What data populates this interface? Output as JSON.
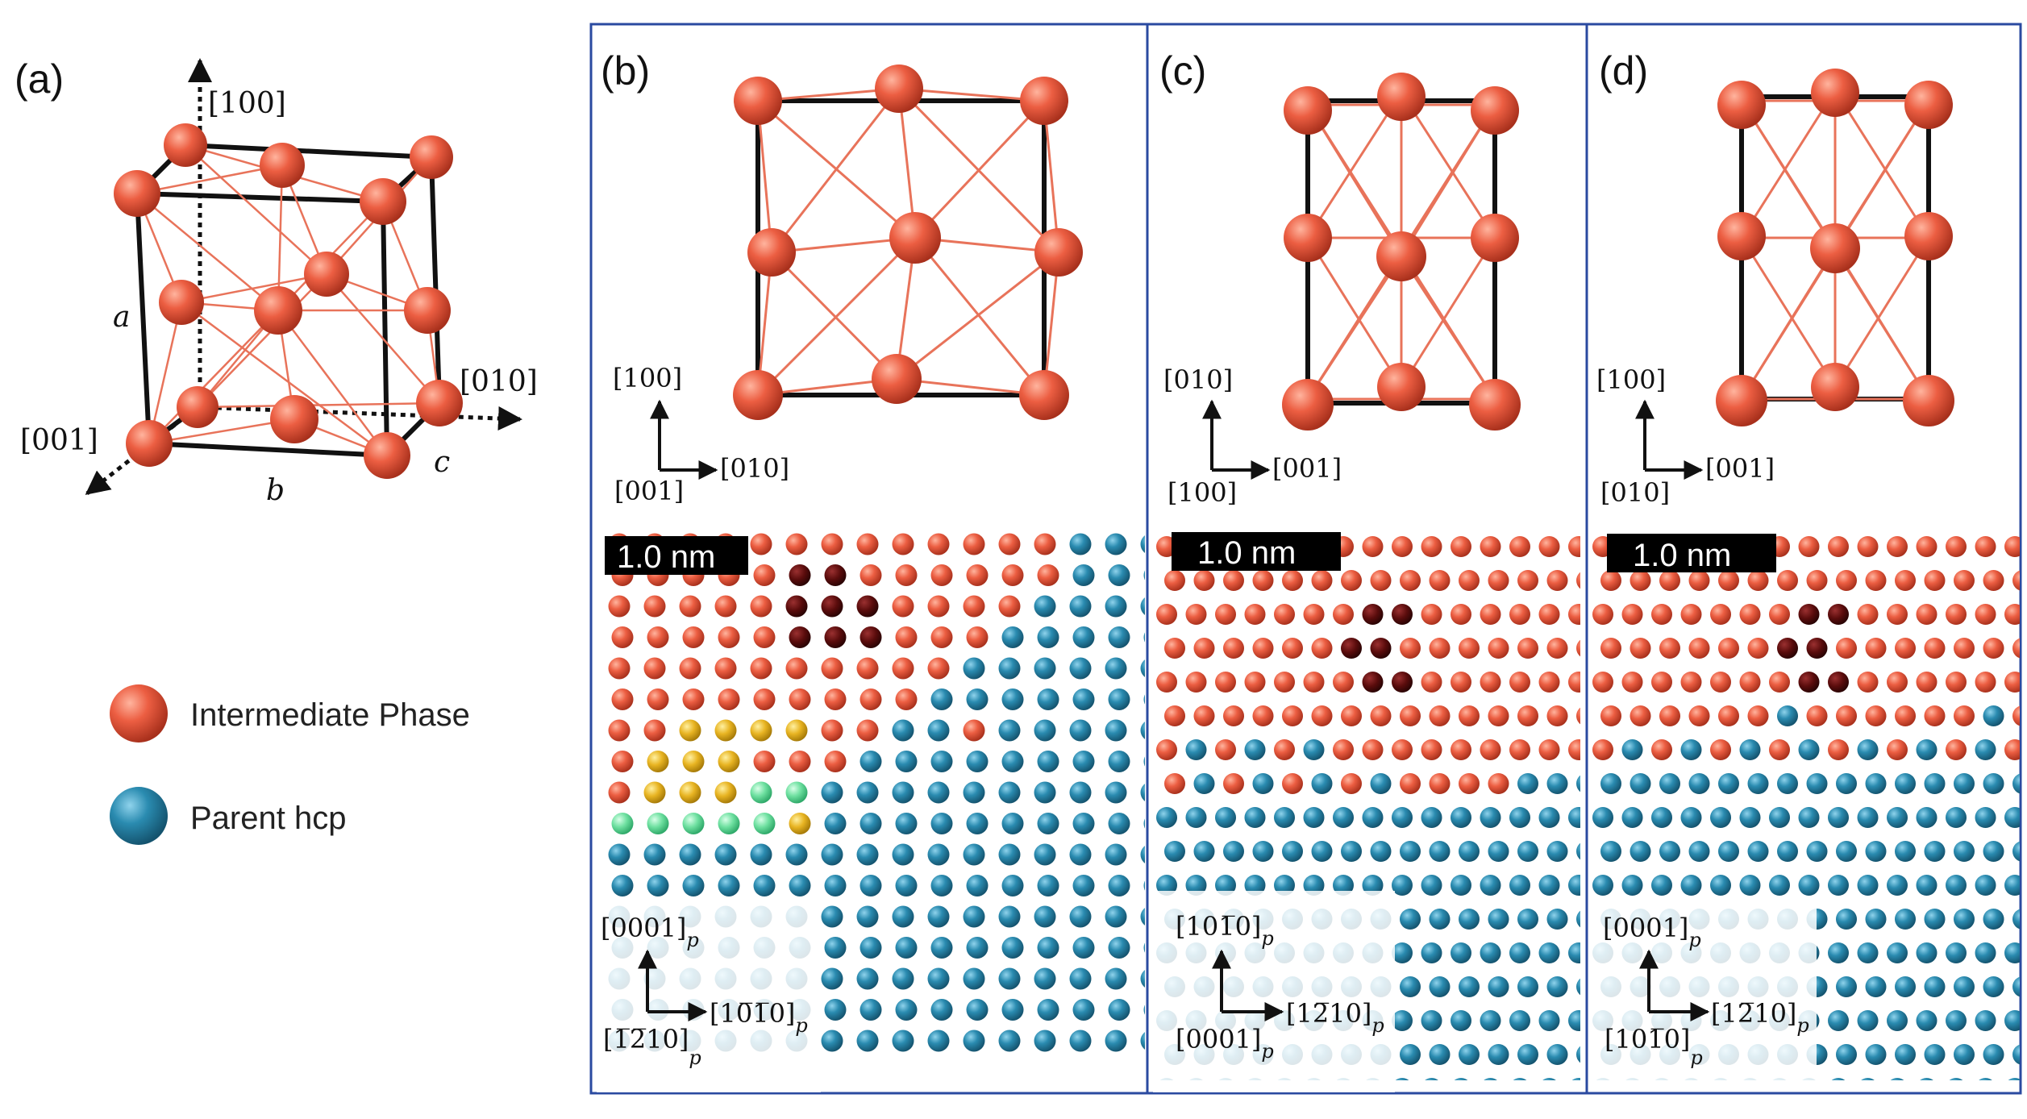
{
  "panels": {
    "a": {
      "label": "(a)",
      "axis_100": "[100]",
      "axis_010": "[010]",
      "axis_001": "[001]",
      "lattice_a": "a",
      "lattice_b": "b",
      "lattice_c": "c"
    },
    "b": {
      "label": "(b)",
      "view_up": "[100]",
      "view_right": "[010]",
      "view_origin": "[001]",
      "scalebar": "1.0 nm",
      "hcp_up": "[0001]",
      "hcp_right": "[10̅1̅0]",
      "hcp_origin": "[1̅2̅10]",
      "subscript": "p"
    },
    "c": {
      "label": "(c)",
      "view_up": "[010]",
      "view_right": "[001]",
      "view_origin": "[100]",
      "scalebar": "1.0 nm",
      "hcp_up": "[101̅0]",
      "hcp_right": "[12̅10]",
      "hcp_origin": "[0001]",
      "subscript": "p"
    },
    "d": {
      "label": "(d)",
      "view_up": "[100]",
      "view_right": "[001]",
      "view_origin": "[010]",
      "scalebar": "1.0 nm",
      "hcp_up": "[0001]",
      "hcp_right": "[12̅10]",
      "hcp_origin": "[101̅0]",
      "subscript": "p"
    }
  },
  "legend": {
    "intermediate": "Intermediate Phase",
    "parent": "Parent hcp"
  },
  "colors": {
    "intermediate_atom": "#e2553c",
    "parent_atom": "#2a8bb0",
    "bond": "#e8735a",
    "defect_dark": "#5a0c0c",
    "yellow_atom": "#e8b422",
    "green_atom": "#6ee0a0",
    "frame": "#1f3a8a"
  }
}
